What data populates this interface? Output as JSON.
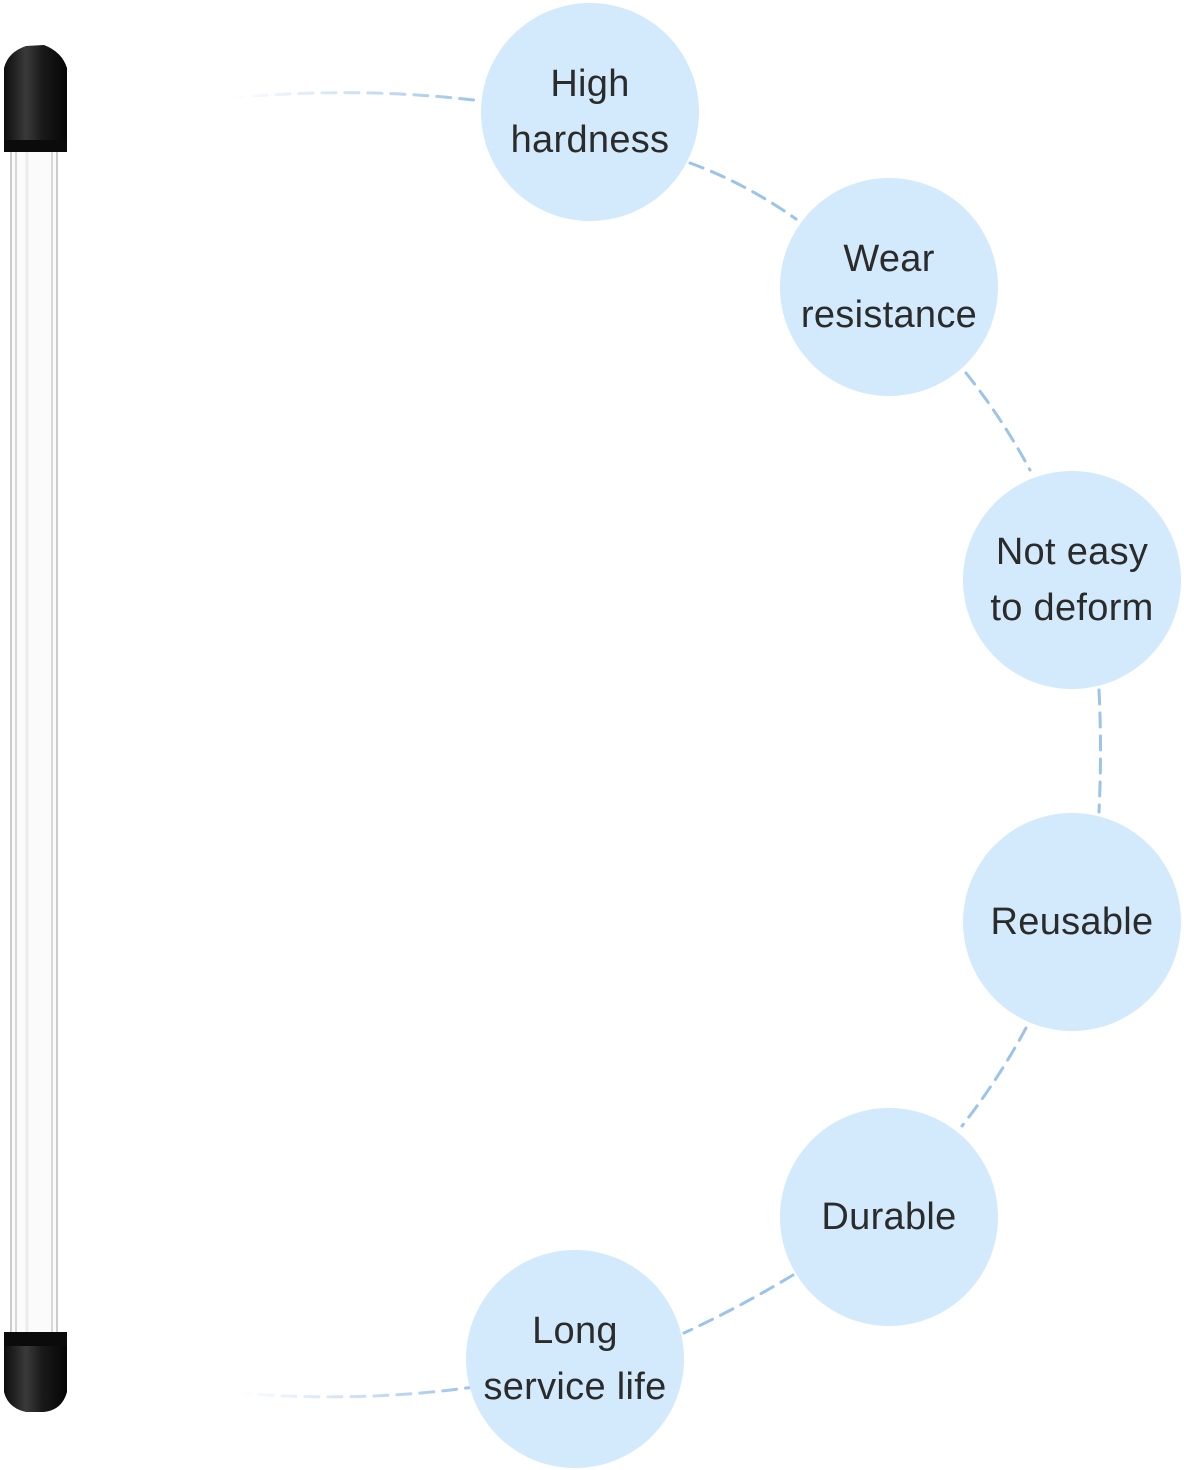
{
  "features": [
    {
      "lines": [
        "High",
        "hardness"
      ]
    },
    {
      "lines": [
        "Wear",
        "resistance"
      ]
    },
    {
      "lines": [
        "Not easy",
        "to deform"
      ]
    },
    {
      "lines": [
        "Reusable"
      ]
    },
    {
      "lines": [
        "Durable"
      ]
    },
    {
      "lines": [
        "Long",
        "service life"
      ]
    }
  ],
  "colors": {
    "circle_fill": "#d2eafb",
    "connector": "#9cc3ea",
    "label_text": "#2b2b2b",
    "cap": "#161616",
    "tube_edge": "#bdbdbd"
  }
}
